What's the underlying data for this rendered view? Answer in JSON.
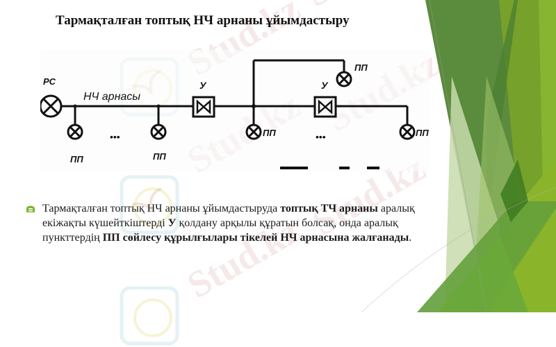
{
  "slide": {
    "title": "Тармақталған топтық НЧ арнаны ұйымдастыру",
    "diagram": {
      "labels": {
        "source": "РС",
        "channel": "НЧ арнасы",
        "amplifier_1": "У",
        "amplifier_2": "У",
        "point_1": "ПП",
        "point_2": "ПП",
        "point_3": "ПП",
        "point_4": "ПП",
        "point_5": "ПП",
        "ellipsis_1": "•••",
        "ellipsis_2": "•••"
      }
    },
    "bullet": {
      "icon": "bullet-arrow-icon",
      "segments": [
        {
          "text": "Тармақталған топтық НЧ арнаны ұйымдастыруда ",
          "bold": false
        },
        {
          "text": "топтық ТЧ арнаны",
          "bold": true
        },
        {
          "text": " аралық екіжақты күшейткіштерді ",
          "bold": false
        },
        {
          "text": "У",
          "bold": true
        },
        {
          "text": " қолдану арқылы құратын болсақ, онда аралық пункттердің ",
          "bold": false
        },
        {
          "text": "ПП сөйлесу құрылғылары тікелей НЧ арнасына  жалғанады",
          "bold": true
        },
        {
          "text": ".",
          "bold": false
        }
      ]
    },
    "watermark": "Stud.kz",
    "colors": {
      "green_dark": "#4e7f32",
      "green_mid": "#5b8b3c",
      "green_olive": "#76a12a",
      "green_lime": "#87b431",
      "green_pale": "#c8dbac",
      "bullet_green": "#7ab72f"
    }
  }
}
